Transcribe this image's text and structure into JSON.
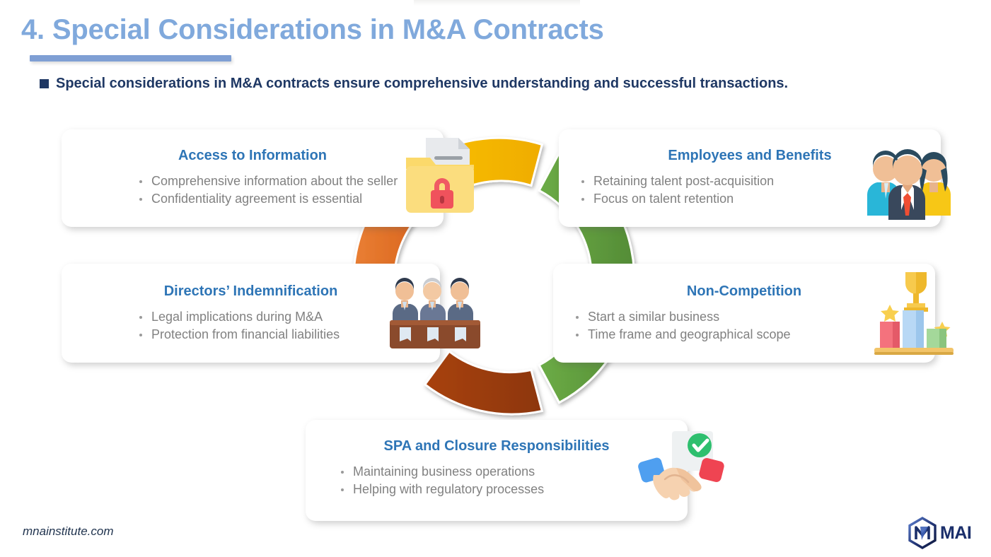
{
  "slide": {
    "title": "4. Special Considerations in M&A Contracts",
    "subtitle": "Special considerations in M&A contracts ensure comprehensive understanding and successful transactions.",
    "footer_url": "mnainstitute.com",
    "logo_text": "MAI"
  },
  "colors": {
    "title_blue": "#80a9dc",
    "rule_blue": "#7f9fd4",
    "subtitle_navy": "#1f3864",
    "card_heading_blue": "#2e75b6",
    "card_body_gray": "#818181",
    "ring_olive": "#7b6a06",
    "ring_orange": "#e8762c",
    "ring_brown": "#9c3c10",
    "ring_gold": "#f6b800",
    "ring_green": "#64a340",
    "logo_navy": "#1b2f6b"
  },
  "ring": {
    "segments": [
      {
        "name": "access-to-information",
        "color": "#7b6a06"
      },
      {
        "name": "employees-and-benefits",
        "color": "#e8762c"
      },
      {
        "name": "directors-indemnification",
        "color": "#9c3c10"
      },
      {
        "name": "non-competition",
        "color": "#f6b800"
      },
      {
        "name": "spa-and-closure-responsibilities",
        "color": "#64a340"
      }
    ]
  },
  "cards": [
    {
      "id": "access",
      "title": "Access to Information",
      "icon": "locked-folder-icon",
      "bullets": [
        "Comprehensive information about the seller",
        "Confidentiality agreement is essential"
      ]
    },
    {
      "id": "employees",
      "title": "Employees and Benefits",
      "icon": "people-group-icon",
      "bullets": [
        "Retaining talent post-acquisition",
        "Focus on talent retention"
      ]
    },
    {
      "id": "directors",
      "title": "Directors’ Indemnification",
      "icon": "board-of-directors-icon",
      "bullets": [
        "Legal implications during M&A",
        "Protection from financial liabilities"
      ]
    },
    {
      "id": "noncomp",
      "title": "Non-Competition",
      "icon": "podium-trophy-icon",
      "bullets": [
        "Start a similar business",
        "Time frame and geographical scope"
      ]
    },
    {
      "id": "spa",
      "title": "SPA and Closure Responsibilities",
      "icon": "handshake-check-icon",
      "bullets": [
        "Maintaining business operations",
        "Helping with regulatory processes"
      ]
    }
  ]
}
